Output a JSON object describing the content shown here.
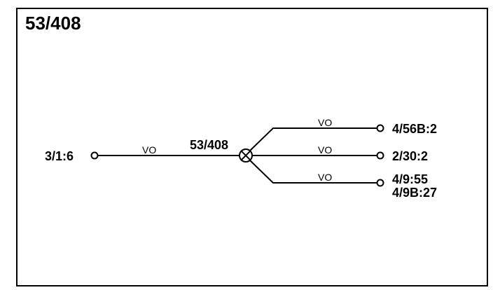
{
  "diagram": {
    "title": "53/408",
    "splice": {
      "label": "53/408"
    },
    "left_connector": {
      "label": "3/1:6",
      "wire_color": "VO"
    },
    "right_connectors": [
      {
        "label": "4/56B:2",
        "wire_color": "VO"
      },
      {
        "label": "2/30:2",
        "wire_color": "VO"
      },
      {
        "label": "4/9:55",
        "label_2": "4/9B:27",
        "wire_color": "VO"
      }
    ]
  }
}
